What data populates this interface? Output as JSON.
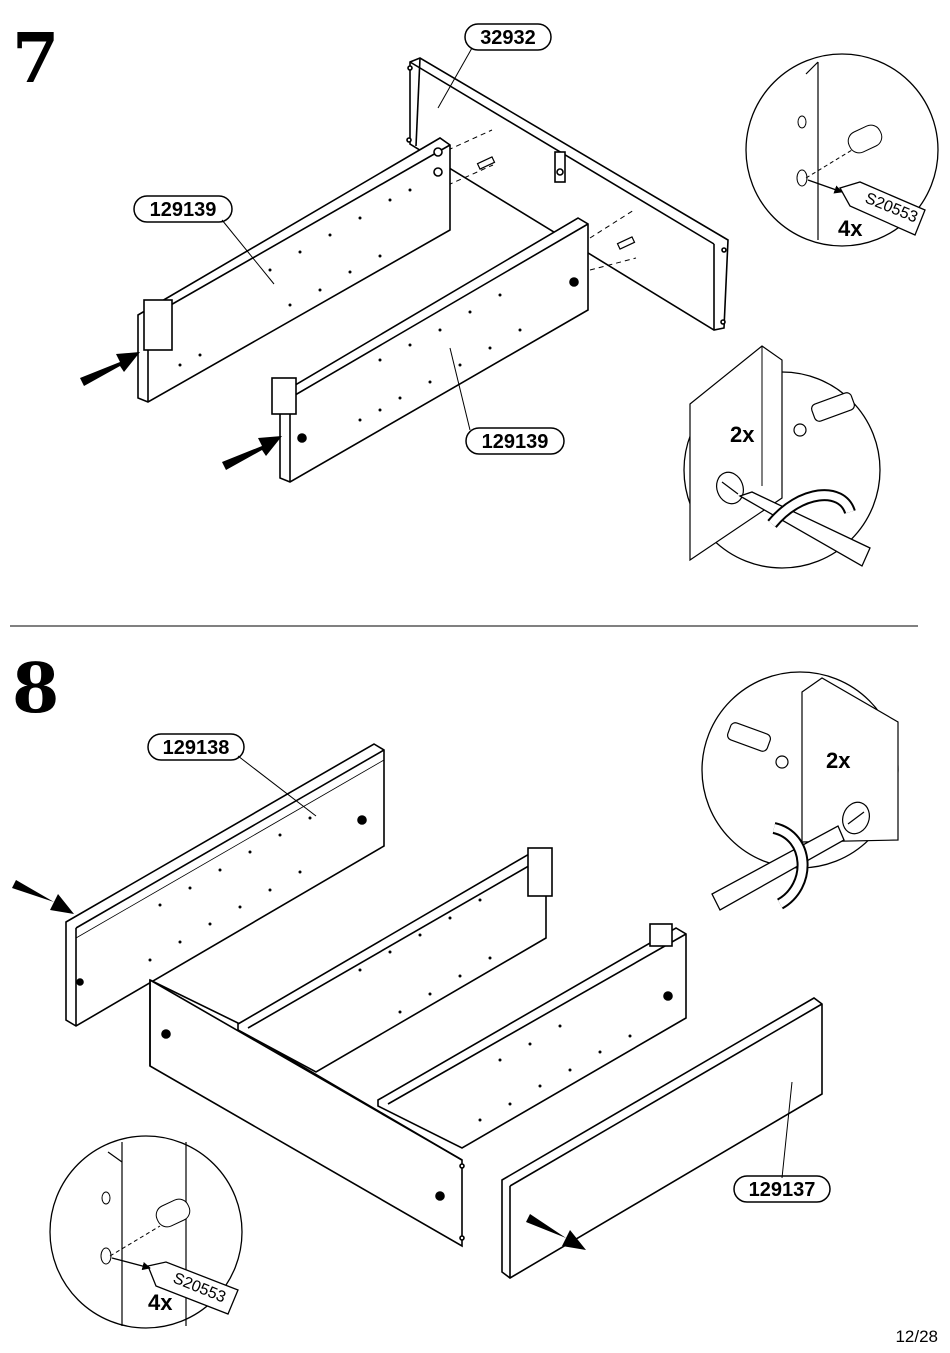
{
  "step7": {
    "number": "7",
    "parts": {
      "back_panel": "32932",
      "side_left": "129139",
      "side_right": "129139"
    },
    "detail_glue": {
      "qty": "4x",
      "glue_code": "S20553"
    },
    "detail_screw": {
      "qty": "2x"
    }
  },
  "step8": {
    "number": "8",
    "parts": {
      "top_panel": "129138",
      "front_panel": "129137"
    },
    "detail_screw": {
      "qty": "2x"
    },
    "detail_glue": {
      "qty": "4x",
      "glue_code": "S20553"
    }
  },
  "footer": {
    "page_number": "12/28"
  }
}
